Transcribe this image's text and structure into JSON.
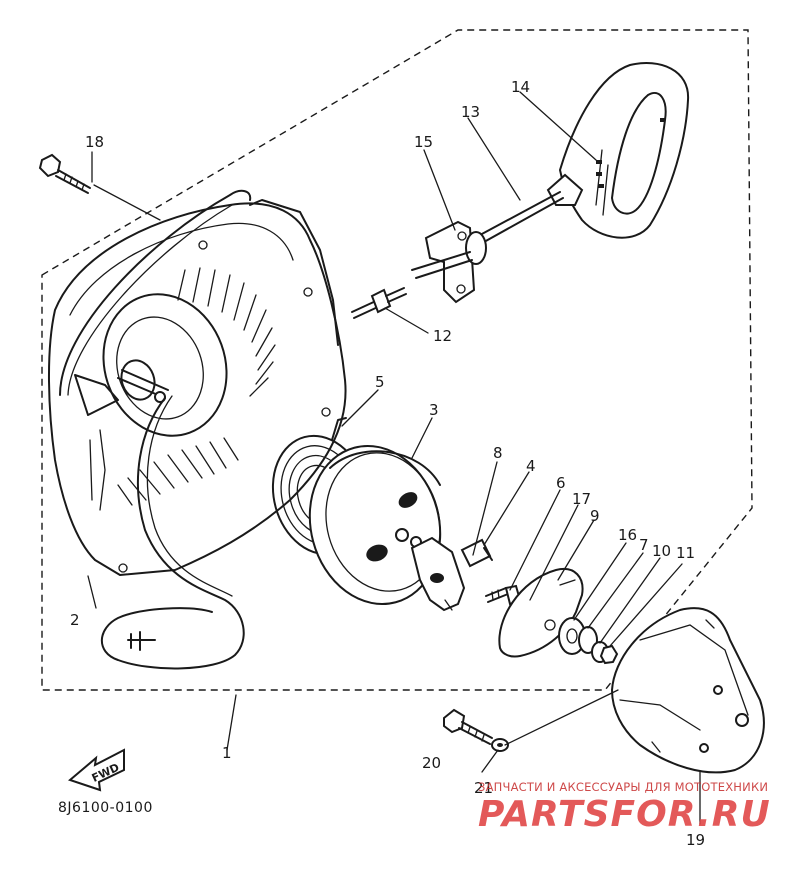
{
  "diagram": {
    "callouts": [
      "1",
      "2",
      "3",
      "4",
      "5",
      "6",
      "7",
      "8",
      "9",
      "10",
      "11",
      "12",
      "13",
      "14",
      "15",
      "16",
      "17",
      "18",
      "19",
      "20",
      "21"
    ],
    "fwd_label": "FWD",
    "part_code": "8J6100-0100"
  },
  "watermark": {
    "tagline": "ЗАПЧАСТИ И АКСЕССУАРЫ ДЛЯ МОТОТЕХНИКИ",
    "brand": "PARTSFOR.RU"
  },
  "colors": {
    "line": "#1a1a1a",
    "watermark": "#e04848"
  }
}
